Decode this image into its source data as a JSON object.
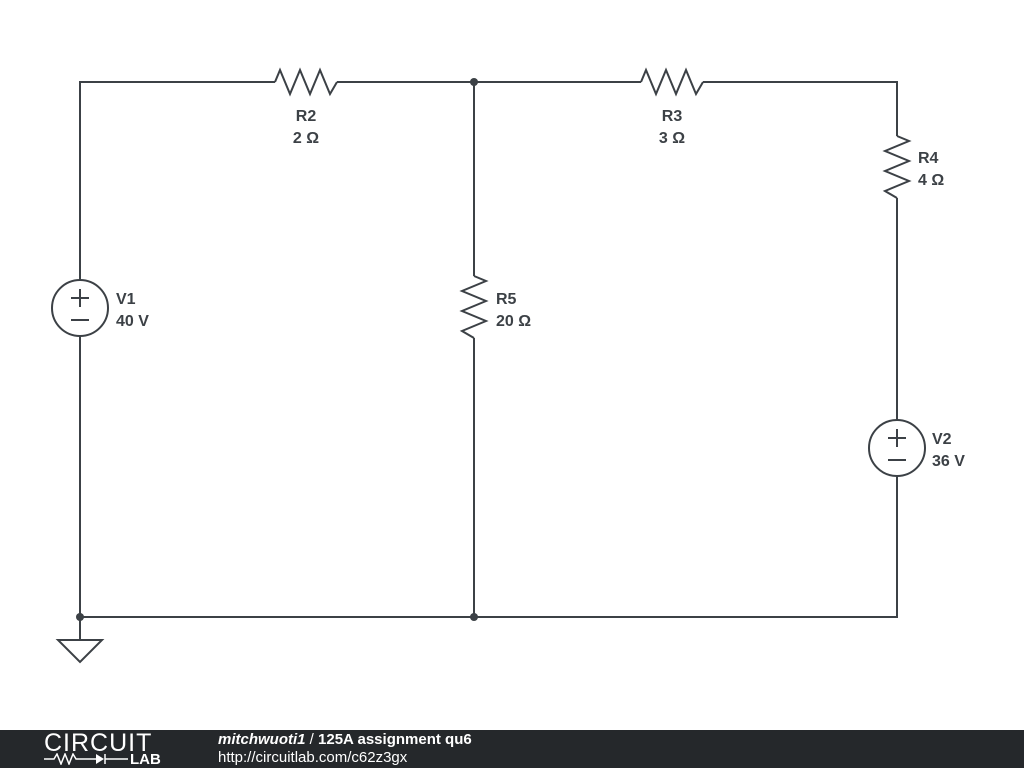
{
  "schematic": {
    "components": {
      "R2": {
        "name": "R2",
        "value": "2 Ω"
      },
      "R3": {
        "name": "R3",
        "value": "3 Ω"
      },
      "R4": {
        "name": "R4",
        "value": "4 Ω"
      },
      "R5": {
        "name": "R5",
        "value": "20 Ω"
      },
      "V1": {
        "name": "V1",
        "value": "40 V"
      },
      "V2": {
        "name": "V2",
        "value": "36 V"
      }
    }
  },
  "footer": {
    "logo_top": "CIRCUIT",
    "logo_bottom": "LAB",
    "author": "mitchwuoti1",
    "separator": " / ",
    "title": "125A assignment qu6",
    "url": "http://circuitlab.com/c62z3gx"
  },
  "colors": {
    "wire": "#3c4146",
    "footer_bg": "#25282b",
    "footer_text": "#ffffff"
  }
}
